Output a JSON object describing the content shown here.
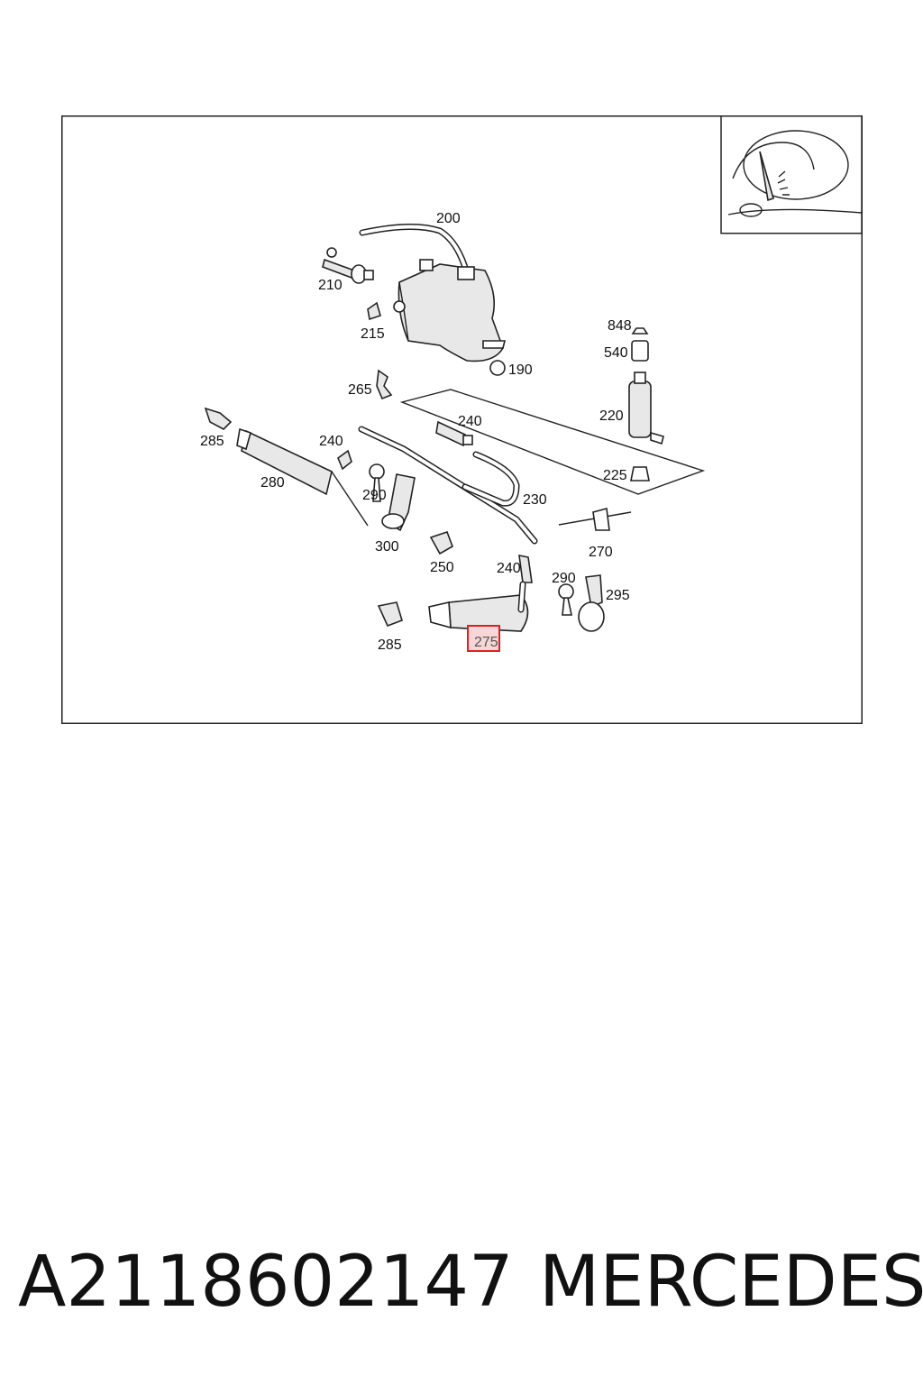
{
  "diagram": {
    "labels": {
      "l200": "200",
      "l210": "210",
      "l215": "215",
      "l190": "190",
      "l848": "848",
      "l540": "540",
      "l265": "265",
      "l240a": "240",
      "l220": "220",
      "l285a": "285",
      "l240b": "240",
      "l280": "280",
      "l290a": "290",
      "l230": "230",
      "l225": "225",
      "l270": "270",
      "l300": "300",
      "l250": "250",
      "l240c": "240",
      "l290b": "290",
      "l295": "295",
      "l285b": "285",
      "l275": "275"
    },
    "highlight_color": "#e02020"
  },
  "footer": {
    "part_number": "A2118602147",
    "brand": "MERCEDES"
  }
}
